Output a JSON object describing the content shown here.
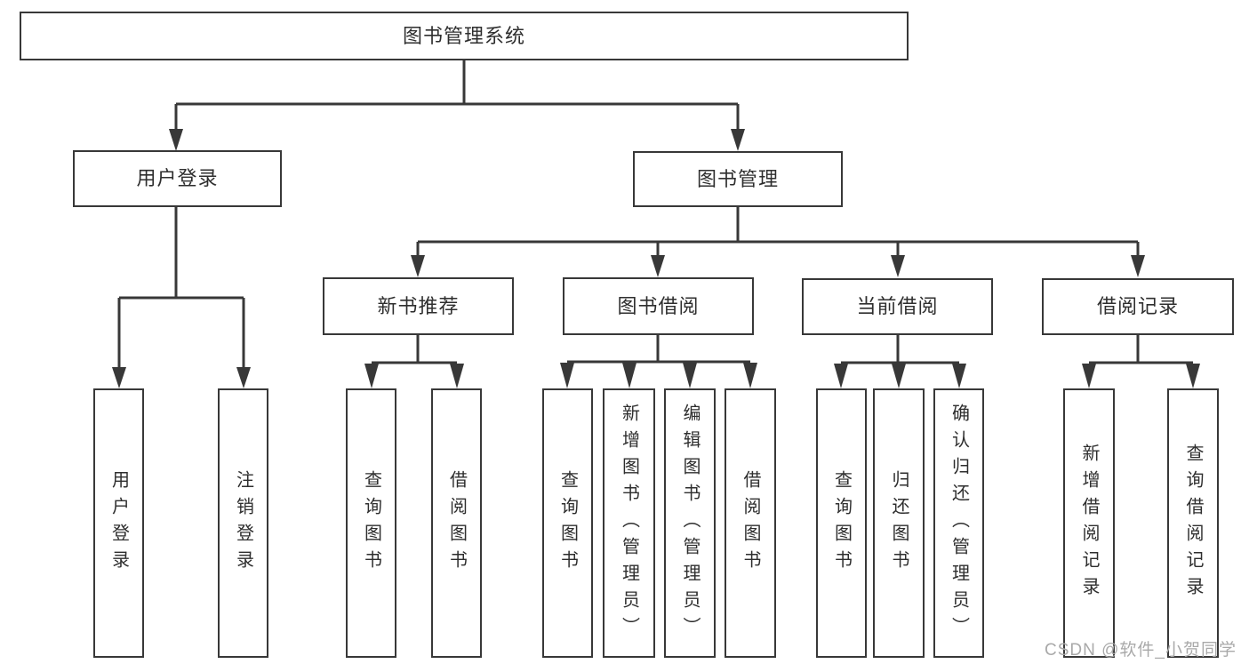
{
  "diagram": {
    "root": "图书管理系统",
    "branches": [
      {
        "label": "用户登录",
        "children": [
          {
            "label": "用户登录"
          },
          {
            "label": "注销登录"
          }
        ]
      },
      {
        "label": "图书管理",
        "children": [
          {
            "label": "新书推荐",
            "children": [
              {
                "label": "查询图书"
              },
              {
                "label": "借阅图书"
              }
            ]
          },
          {
            "label": "图书借阅",
            "children": [
              {
                "label": "查询图书"
              },
              {
                "label": "新增图书（管理员）"
              },
              {
                "label": "编辑图书（管理员）"
              },
              {
                "label": "借阅图书"
              }
            ]
          },
          {
            "label": "当前借阅",
            "children": [
              {
                "label": "查询图书"
              },
              {
                "label": "归还图书"
              },
              {
                "label": "确认归还（管理员）"
              }
            ]
          },
          {
            "label": "借阅记录",
            "children": [
              {
                "label": "新增借阅记录"
              },
              {
                "label": "查询借阅记录"
              }
            ]
          }
        ]
      }
    ]
  },
  "watermark": "CSDN @软件_小贺同学",
  "colors": {
    "line": "#383838",
    "text": "#2e2e2e",
    "watermark": "#a9a9a9",
    "background": "#ffffff"
  }
}
